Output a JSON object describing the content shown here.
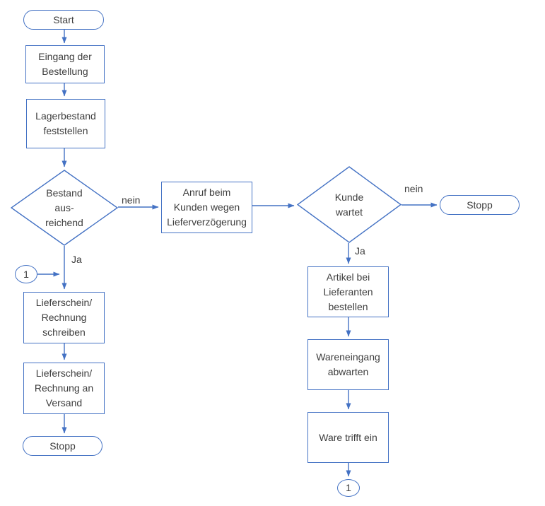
{
  "diagram": {
    "title": "Order processing flowchart (German)",
    "colors": {
      "stroke": "#4472C4",
      "text": "#3d3d3d",
      "background": "#ffffff"
    },
    "nodes": {
      "start": {
        "type": "terminator",
        "label": "Start"
      },
      "order_received": {
        "type": "process",
        "label": "Eingang der\nBestellung"
      },
      "check_stock": {
        "type": "process",
        "label": "Lagerbestand\nfeststellen"
      },
      "stock_sufficient": {
        "type": "decision",
        "label": "Bestand\naus-\nreichend"
      },
      "call_customer": {
        "type": "process",
        "label": "Anruf beim\nKunden wegen\nLieferverzögerung"
      },
      "customer_waits": {
        "type": "decision",
        "label": "Kunde\nwartet"
      },
      "stop_right": {
        "type": "terminator",
        "label": "Stopp"
      },
      "connector_left": {
        "type": "connector",
        "label": "1"
      },
      "write_invoice": {
        "type": "process",
        "label": "Lieferschein/\nRechnung\nschreiben"
      },
      "invoice_to_shipping": {
        "type": "process",
        "label": "Lieferschein/\nRechnung an\nVersand"
      },
      "stop_left": {
        "type": "terminator",
        "label": "Stopp"
      },
      "order_from_supplier": {
        "type": "process",
        "label": "Artikel bei\nLieferanten\nbestellen"
      },
      "await_goods": {
        "type": "process",
        "label": "Wareneingang\nabwarten"
      },
      "goods_arrive": {
        "type": "process",
        "label": "Ware trifft ein"
      },
      "connector_right": {
        "type": "connector",
        "label": "1"
      }
    },
    "edge_labels": {
      "nein_left": "nein",
      "ja_left": "Ja",
      "nein_right": "nein",
      "ja_right": "Ja"
    }
  }
}
